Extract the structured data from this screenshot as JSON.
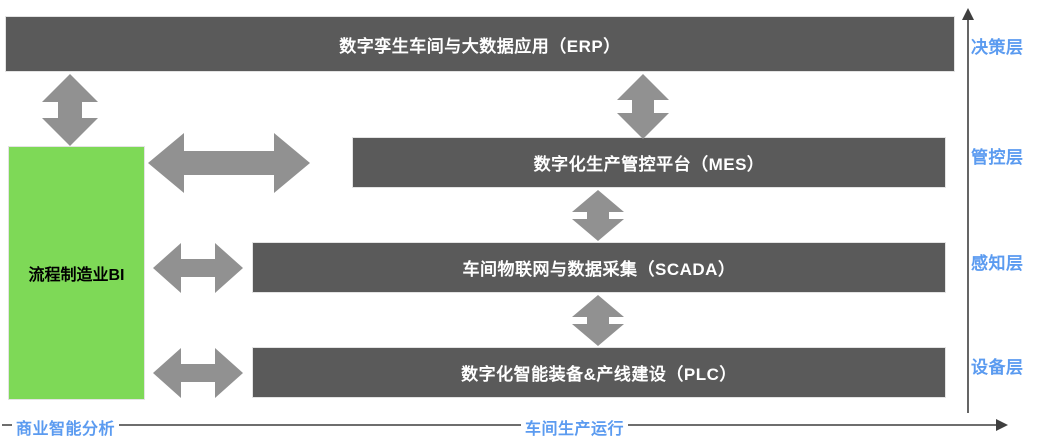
{
  "diagram": {
    "title_bar": {
      "label": "数字孪生车间与大数据应用（ERP）"
    },
    "bars": [
      {
        "id": "erp",
        "label": "数字孪生车间与大数据应用（ERP）"
      },
      {
        "id": "mes",
        "label": "数字化生产管控平台（MES）"
      },
      {
        "id": "scada",
        "label": "车间物联网与数据采集（SCADA）"
      },
      {
        "id": "plc",
        "label": "数字化智能装备&产线建设（PLC）"
      }
    ],
    "green_box": {
      "label": "流程制造业BI"
    },
    "layer_labels": [
      {
        "id": "decision",
        "label": "决策层"
      },
      {
        "id": "management",
        "label": "管控层"
      },
      {
        "id": "perception",
        "label": "感知层"
      },
      {
        "id": "equipment",
        "label": "设备层"
      }
    ],
    "bottom_labels": [
      {
        "id": "bi",
        "label": "商业智能分析"
      },
      {
        "id": "production",
        "label": "车间生产运行"
      }
    ],
    "colors": {
      "bar_fill": "#5a5a5a",
      "bar_text": "#ffffff",
      "green_fill": "#7ed957",
      "green_text": "#000000",
      "arrow_fill": "#919191",
      "accent_blue": "#5b9bf0",
      "axis_line": "#3f3f3f",
      "background": "#ffffff"
    },
    "arrows": [
      {
        "id": "erp-bi-vertical",
        "direction": "bidirectional-vertical"
      },
      {
        "id": "erp-mes-vertical",
        "direction": "bidirectional-vertical"
      },
      {
        "id": "bi-mes-horizontal",
        "direction": "bidirectional-horizontal"
      },
      {
        "id": "mes-scada-vertical",
        "direction": "bidirectional-vertical"
      },
      {
        "id": "bi-scada-horizontal",
        "direction": "bidirectional-horizontal"
      },
      {
        "id": "scada-plc-vertical",
        "direction": "bidirectional-vertical"
      },
      {
        "id": "bi-plc-horizontal",
        "direction": "bidirectional-horizontal"
      }
    ]
  }
}
